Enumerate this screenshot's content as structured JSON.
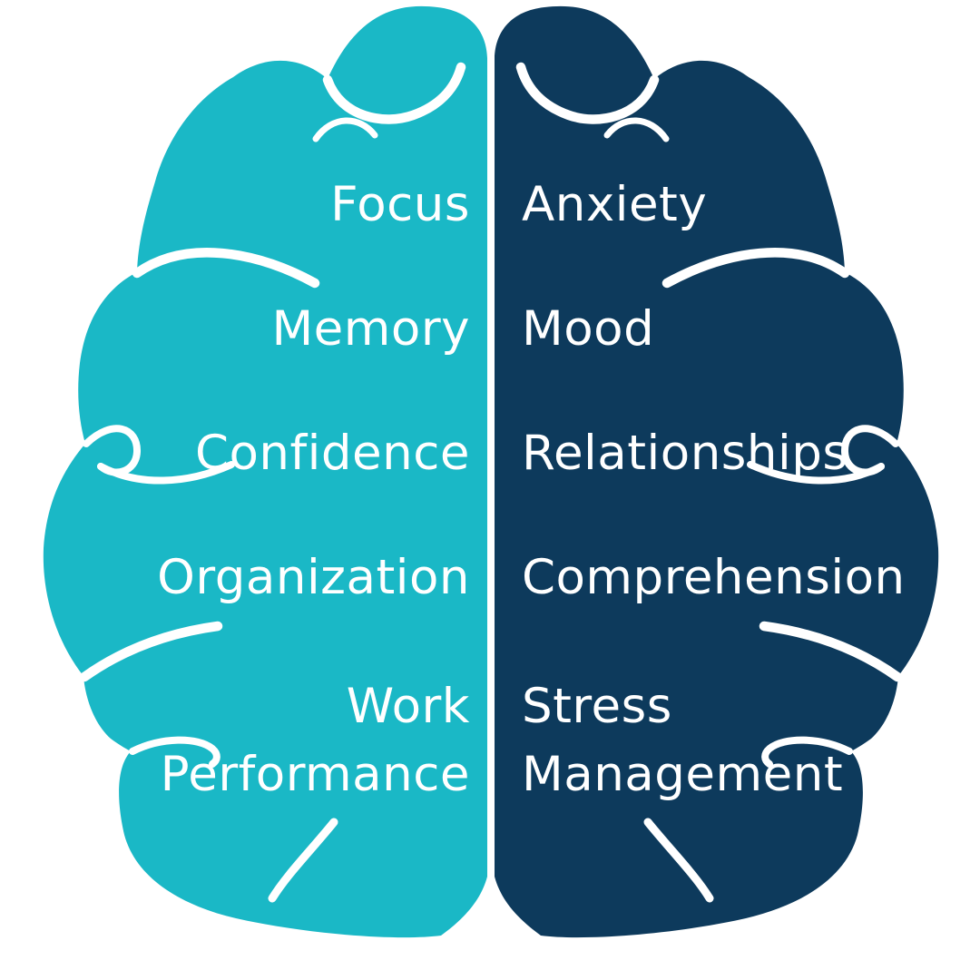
{
  "diagram": {
    "kind": "split-brain infographic",
    "background_color": "#ffffff",
    "text_color": "#ffffff",
    "left_hemisphere": {
      "color": "#1ab8c6",
      "labels": [
        "Focus",
        "Memory",
        "Confidence",
        "Organization",
        "Work Performance"
      ]
    },
    "right_hemisphere": {
      "color": "#0d3a5c",
      "labels": [
        "Anxiety",
        "Mood",
        "Relationships",
        "Comprehension",
        "Stress Management"
      ]
    }
  }
}
